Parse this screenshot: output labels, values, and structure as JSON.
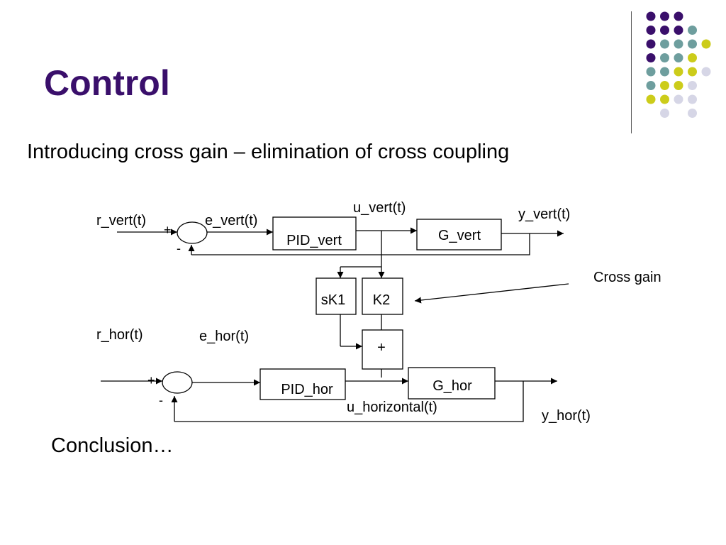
{
  "slide": {
    "title": "Control",
    "subtitle": "Introducing cross gain – elimination of cross coupling",
    "conclusion": "Conclusion…"
  },
  "colors": {
    "title": "#3a0f6b",
    "dot_purple": "#3a0f6b",
    "dot_teal": "#6e9e9e",
    "dot_yellow": "#cccc1a",
    "dot_lavender": "#d6d6e6"
  },
  "decoration": {
    "dot_grid": [
      [
        "purple",
        "purple",
        "purple",
        "none",
        "none"
      ],
      [
        "purple",
        "purple",
        "purple",
        "teal",
        "none"
      ],
      [
        "purple",
        "teal",
        "teal",
        "teal",
        "yellow"
      ],
      [
        "purple",
        "teal",
        "teal",
        "yellow",
        "none"
      ],
      [
        "teal",
        "teal",
        "yellow",
        "yellow",
        "lavender"
      ],
      [
        "teal",
        "yellow",
        "yellow",
        "lavender",
        "none"
      ],
      [
        "yellow",
        "yellow",
        "lavender",
        "lavender",
        "none"
      ],
      [
        "none",
        "lavender",
        "none",
        "lavender",
        "none"
      ]
    ]
  },
  "diagram": {
    "labels": {
      "r_vert": "r_vert(t)",
      "e_vert": "e_vert(t)",
      "u_vert": "u_vert(t)",
      "y_vert": "y_vert(t)",
      "r_hor": "r_hor(t)",
      "e_hor": "e_hor(t)",
      "u_horizontal": "u_horizontal(t)",
      "y_hor": "y_hor(t)",
      "cross_gain": "Cross gain"
    },
    "signs": {
      "vert_plus": "+",
      "vert_minus": "-",
      "hor_plus": "+",
      "hor_minus": "-"
    },
    "blocks": {
      "pid_vert": "PID_vert",
      "g_vert": "G_vert",
      "sk1": "sK1",
      "k2": "K2",
      "sum": "+",
      "pid_hor": "PID_hor",
      "g_hor": "G_hor"
    }
  }
}
